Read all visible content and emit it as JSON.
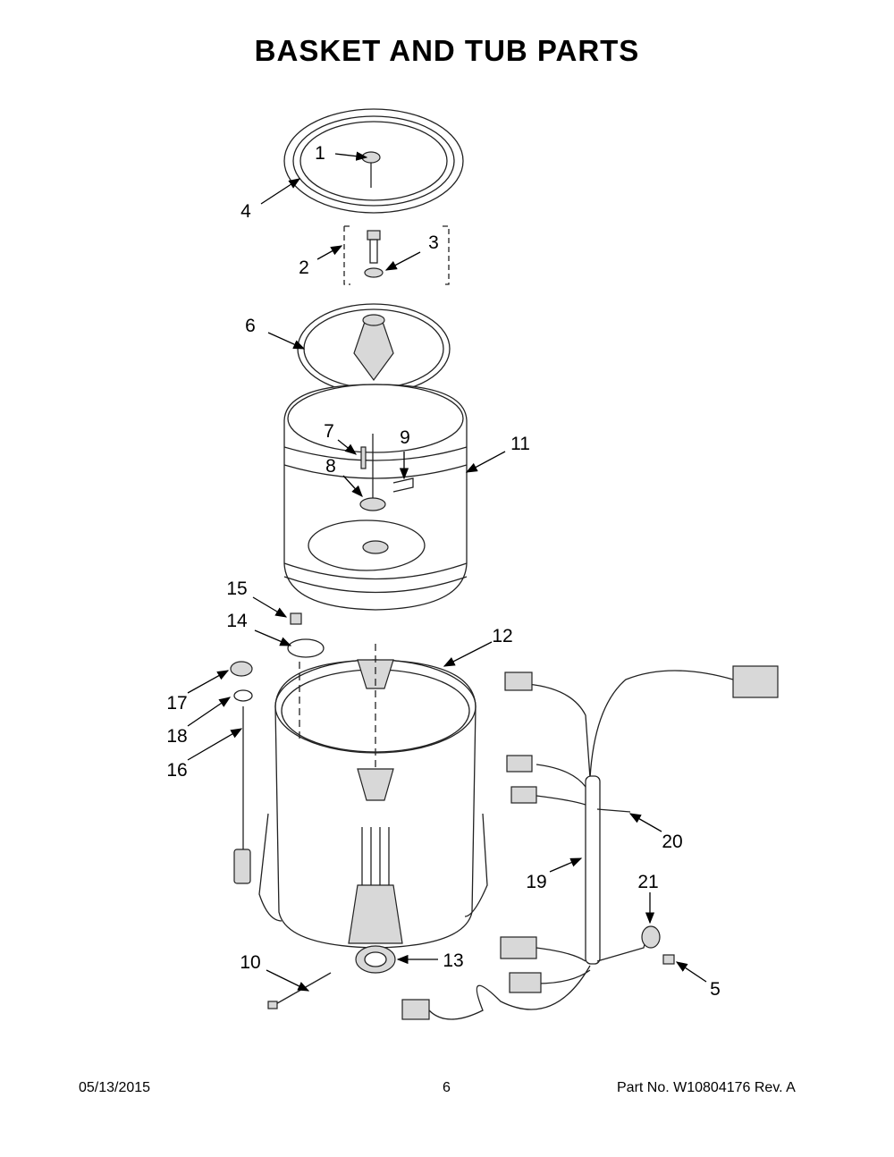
{
  "title": "BASKET AND TUB PARTS",
  "callouts": [
    "1",
    "4",
    "2",
    "3",
    "6",
    "7",
    "9",
    "8",
    "11",
    "15",
    "14",
    "12",
    "17",
    "18",
    "16",
    "20",
    "19",
    "21",
    "13",
    "10",
    "5"
  ],
  "footer": {
    "date": "05/13/2015",
    "page": "6",
    "part_no": "Part No.  W10804176  Rev.  A"
  }
}
